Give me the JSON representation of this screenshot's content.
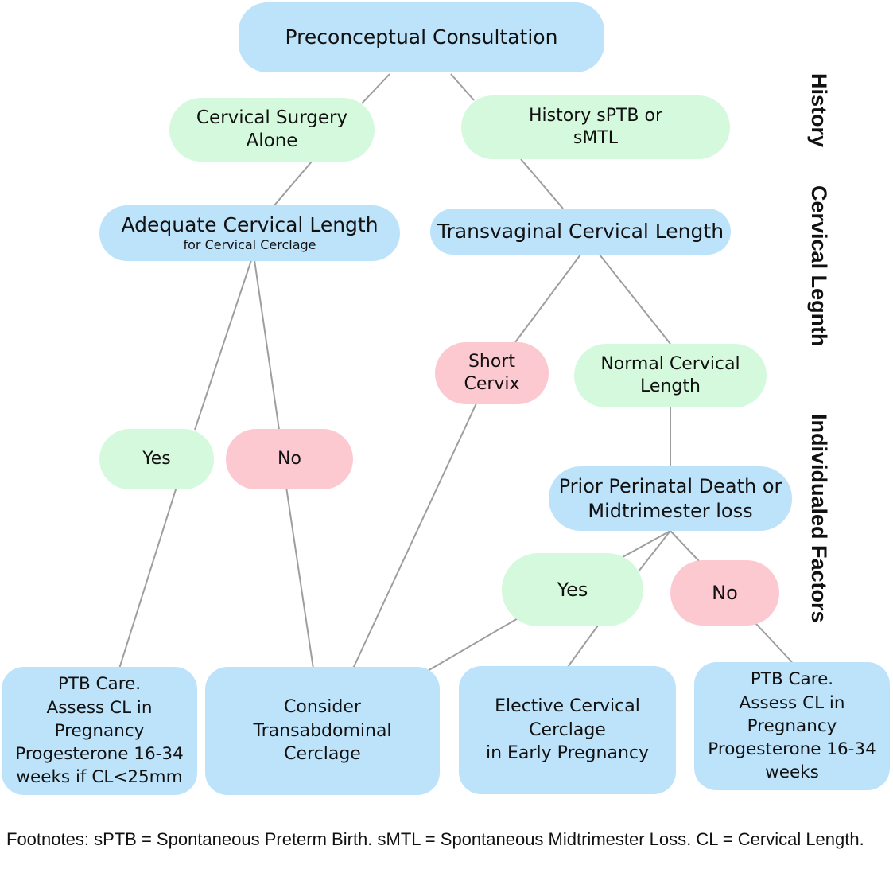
{
  "colors": {
    "decision_blue": "#bde3fb",
    "yes_green": "#d5f9dc",
    "no_pink": "#fdc9d1",
    "connector": "#9e9e9e"
  },
  "nodes": {
    "root": {
      "label": "Preconceptual Consultation"
    },
    "cervical_surgery": {
      "lines": [
        "Cervical Surgery",
        "Alone"
      ]
    },
    "history_sptb": {
      "lines": [
        "History sPTB or",
        "sMTL"
      ]
    },
    "adequate_cl": {
      "label": "Adequate Cervical Length",
      "sublabel": "for Cervical Cerclage"
    },
    "transvaginal_cl": {
      "label": "Transvaginal Cervical Length"
    },
    "short_cervix": {
      "lines": [
        "Short",
        "Cervix"
      ]
    },
    "normal_cl": {
      "lines": [
        "Normal Cervical",
        "Length"
      ]
    },
    "yes_left": {
      "label": "Yes"
    },
    "no_left": {
      "label": "No"
    },
    "prior_death": {
      "lines": [
        "Prior Perinatal Death or",
        "Midtrimester loss"
      ]
    },
    "yes_right": {
      "label": "Yes"
    },
    "no_right": {
      "label": "No"
    },
    "ptb_care_left": {
      "lines": [
        "PTB Care.",
        "Assess CL in",
        "Pregnancy",
        "Progesterone 16-34",
        "weeks if CL<25mm"
      ]
    },
    "transabdominal": {
      "lines": [
        "Consider",
        "Transabdominal",
        "Cerclage"
      ]
    },
    "elective_cerclage": {
      "lines": [
        "Elective Cervical",
        "Cerclage",
        "in Early Pregnancy"
      ]
    },
    "ptb_care_right": {
      "lines": [
        "PTB Care.",
        "Assess CL in",
        "Pregnancy",
        "Progesterone 16-34",
        "weeks"
      ]
    }
  },
  "section_labels": [
    "History",
    "Cervical Legnth",
    "Individualed Factors"
  ],
  "footnote": "Footnotes: sPTB = Spontaneous Preterm Birth. sMTL = Spontaneous Midtrimester Loss. CL = Cervical Length."
}
